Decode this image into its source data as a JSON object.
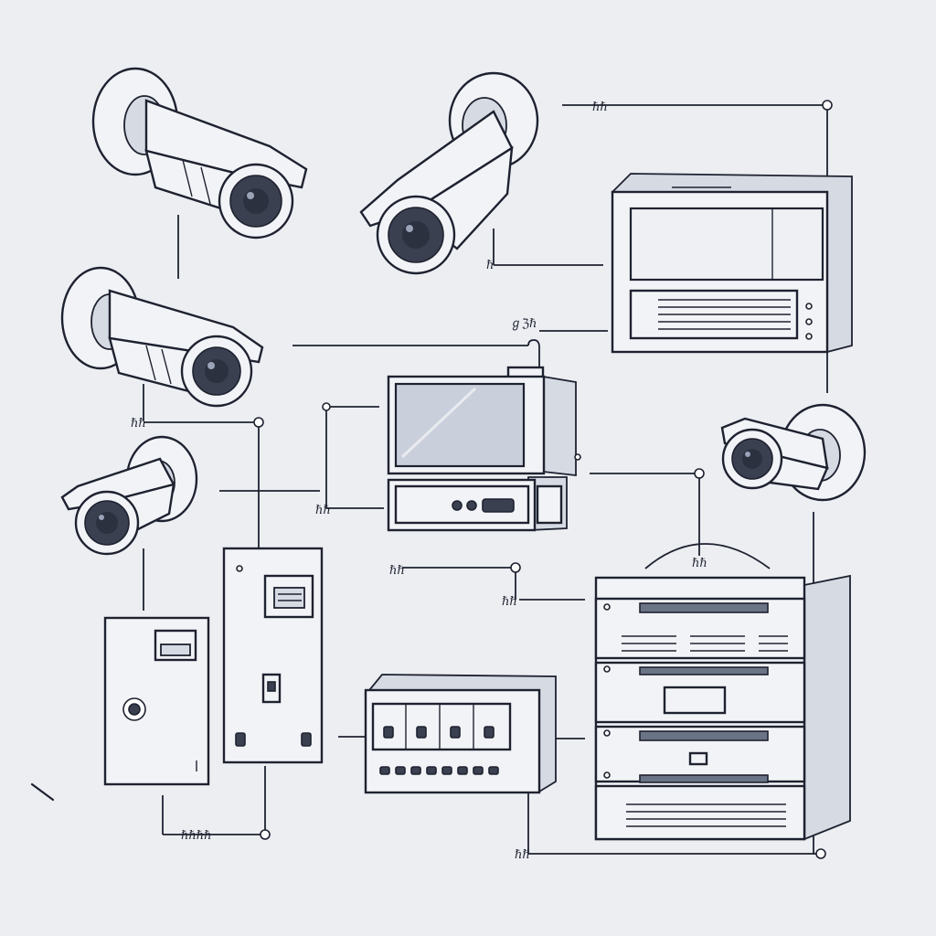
{
  "diagram": {
    "labels": {
      "cam_top_right": "ℏℏ",
      "cam_top_right_side": "ℏ",
      "monitor_top": "ℊℨℏ",
      "cam_left_mid": "ℏℏ",
      "dvr_left": "ℏℏ",
      "hub_a": "ℏℏ",
      "hub_b": "ℏℏ",
      "rack_top": "ℏℏ",
      "panel_bottom": "ℏℏℏℏ",
      "rack_bottom": "ℏℏ"
    }
  }
}
